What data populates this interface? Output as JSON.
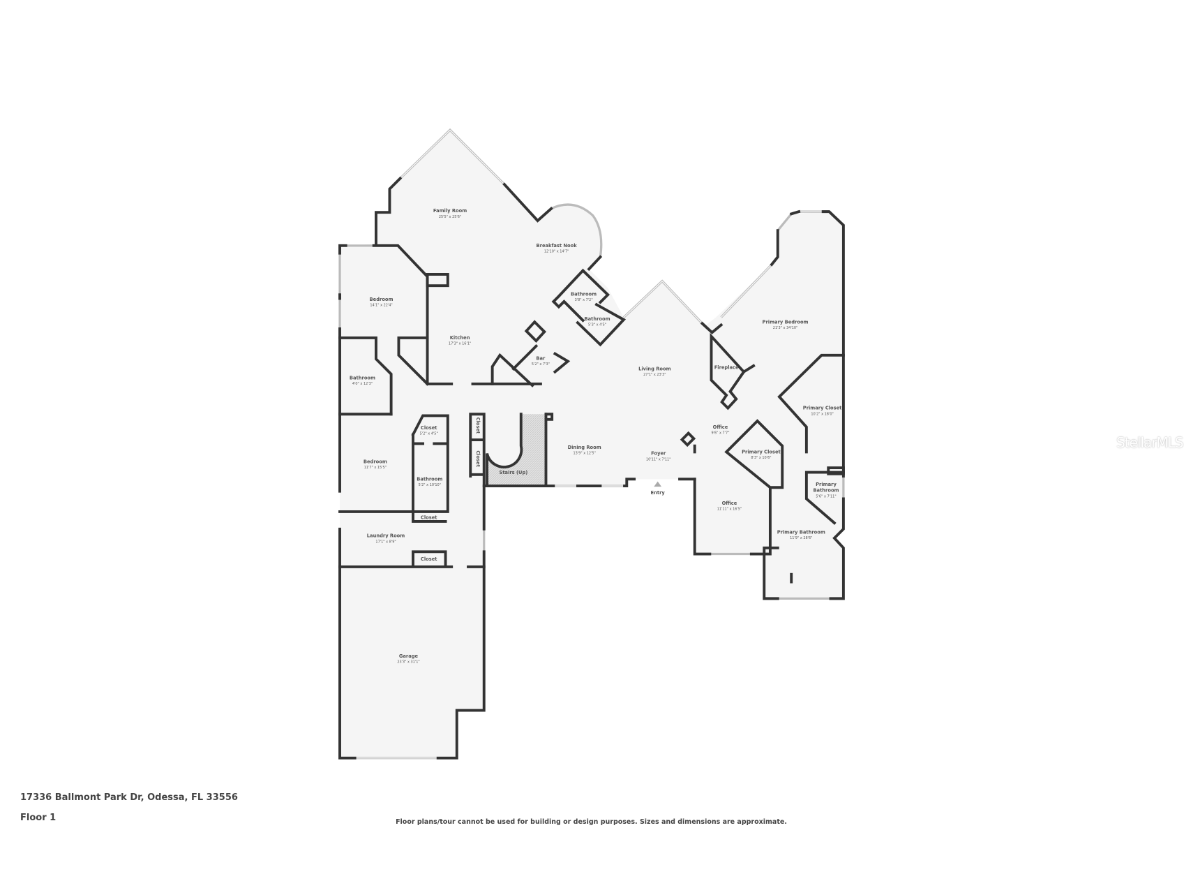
{
  "address": "17336 Ballmont Park Dr, Odessa, FL 33556",
  "floor_label": "Floor 1",
  "disclaimer": "Floor plans/tour cannot be used for building or design purposes. Sizes and dimensions are approximate.",
  "watermark": "StellarMLS",
  "colors": {
    "wall": "#333333",
    "floor": "#f5f5f5",
    "window": "#bbbbbb",
    "text": "#555555"
  },
  "rooms": [
    {
      "name": "Family Room",
      "dims": "25'5\" x 25'6\""
    },
    {
      "name": "Breakfast Nook",
      "dims": "12'10\" x 14'7\""
    },
    {
      "name": "Bedroom",
      "dims": "14'1\" x 22'4\""
    },
    {
      "name": "Kitchen",
      "dims": "17'3\" x 16'1\""
    },
    {
      "name": "Bathroom",
      "dims": "3'8\" x 7'2\""
    },
    {
      "name": "Bathroom",
      "dims": "5'3\" x 4'5\""
    },
    {
      "name": "Bar",
      "dims": "5'2\" x 7'3\""
    },
    {
      "name": "Living Room",
      "dims": "27'1\" x 23'3\""
    },
    {
      "name": "Fireplace"
    },
    {
      "name": "Primary Bedroom",
      "dims": "21'3\" x 34'10\""
    },
    {
      "name": "Bathroom",
      "dims": "4'0\" x 12'3\""
    },
    {
      "name": "Primary Closet",
      "dims": "10'2\" x 18'0\""
    },
    {
      "name": "Closet",
      "dims": "5'2\" x 4'5\""
    },
    {
      "name": "Closet"
    },
    {
      "name": "Closet"
    },
    {
      "name": "Office",
      "dims": "9'6\" x 7'7\""
    },
    {
      "name": "Dining Room",
      "dims": "13'9\" x 12'5\""
    },
    {
      "name": "Foyer",
      "dims": "10'11\" x 7'11\""
    },
    {
      "name": "Primary Closet",
      "dims": "8'3\" x 10'6\""
    },
    {
      "name": "Bedroom",
      "dims": "11'7\" x 15'5\""
    },
    {
      "name": "Stairs (Up)"
    },
    {
      "name": "Bathroom",
      "dims": "5'2\" x 10'10\""
    },
    {
      "name": "Primary",
      "name2": "Bathroom",
      "dims": "5'6\" x 7'11\""
    },
    {
      "name": "Entry"
    },
    {
      "name": "Office",
      "dims": "11'11\" x 16'5\""
    },
    {
      "name": "Closet"
    },
    {
      "name": "Primary Bathroom",
      "dims": "11'9\" x 28'6\""
    },
    {
      "name": "Laundry Room",
      "dims": "17'1\" x 8'9\""
    },
    {
      "name": "Closet"
    },
    {
      "name": "Garage",
      "dims": "23'3\" x 31'1\""
    }
  ]
}
